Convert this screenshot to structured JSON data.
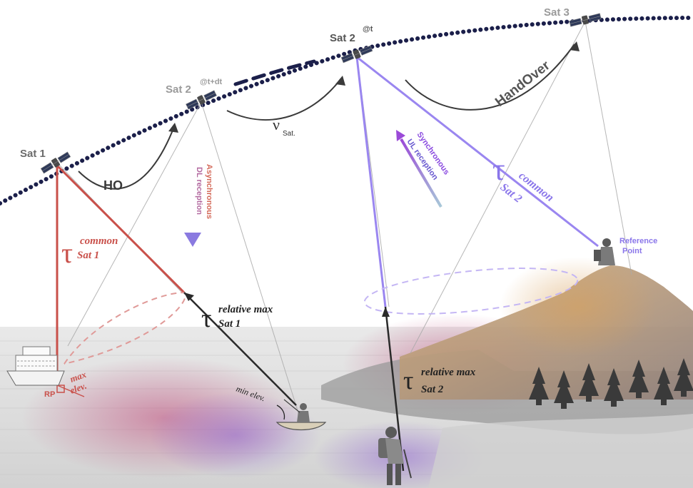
{
  "satellites": {
    "sat1": "Sat 1",
    "sat2_next": "Sat 2",
    "sat2_next_sup": "@t+dt",
    "sat2": "Sat 2",
    "sat2_sup": "@t",
    "sat3": "Sat 3"
  },
  "labels": {
    "ho": "HO",
    "handover": "HandOver",
    "nu": "ν",
    "nu_sub": "Sat.",
    "async_line1": "Asynchronous",
    "async_line2": "DL reception",
    "sync_line1": "Synchronous",
    "sync_line2": "UL reception",
    "tau": "τ",
    "common": "common",
    "sat1_sub": "Sat 1",
    "sat2_sub": "Sat 2",
    "relative_max": "relative max",
    "min_elev": "min elev.",
    "max_elev_1": "max",
    "max_elev_2": "elev.",
    "rp": "RP",
    "reference_point_1": "Reference",
    "reference_point_2": "Point"
  },
  "colors": {
    "sat1_beam": "#c9504a",
    "sat2_beam": "#9a86f0",
    "orbit": "#1b1f4a",
    "label_gray": "#6b6b6b",
    "dark_text": "#222222"
  },
  "icons": [
    "satellite-icon",
    "cruise-ship-icon",
    "fishing-boat-icon",
    "hiker-icon",
    "reference-person-icon",
    "pine-tree-icon"
  ]
}
